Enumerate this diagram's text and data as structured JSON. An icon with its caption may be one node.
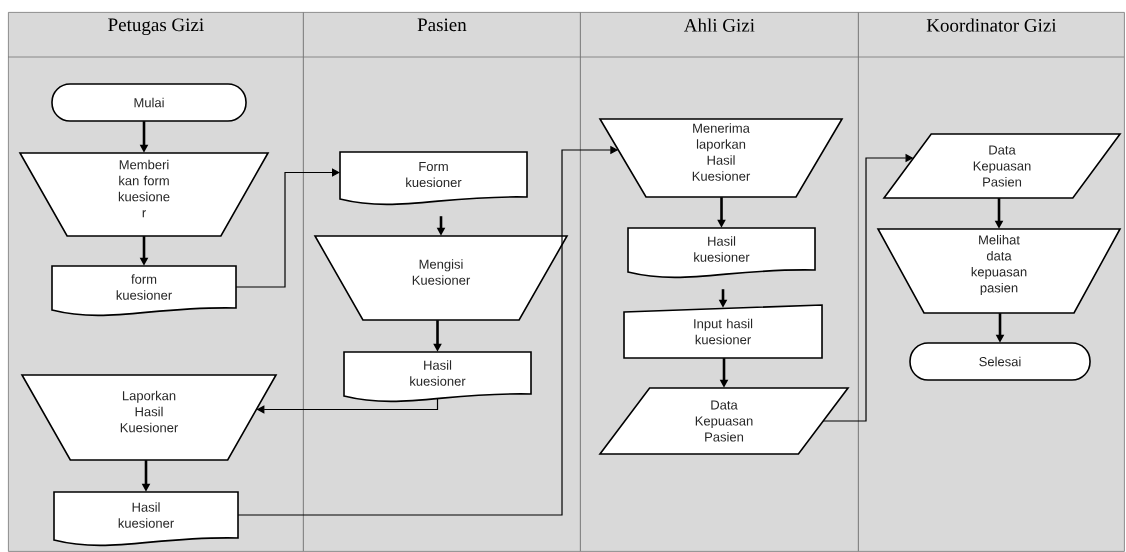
{
  "diagram": {
    "nodes": [
      {
        "text": [
          "Petugas Gizi"
        ]
      },
      {
        "text": [
          "Pasien"
        ]
      },
      {
        "text": [
          "Ahli Gizi"
        ]
      },
      {
        "text": [
          "Koordinator Gizi"
        ]
      },
      {
        "text": [
          "Mulai"
        ],
        "in": 0
      },
      {
        "text": [
          "Memberi kan form kuesione r"
        ],
        "in": 0
      },
      {
        "text": [
          "form kuesioner"
        ],
        "in": 0
      },
      {
        "text": [
          "Laporkan Hasil Kuesioner"
        ],
        "in": 0
      },
      {
        "text": [
          "Hasil kuesioner"
        ],
        "in": 0
      },
      {
        "text": [
          "Form kuesioner"
        ],
        "in": 1
      },
      {
        "text": [
          "Mengisi Kuesioner"
        ],
        "in": 1
      },
      {
        "text": [
          "Hasil kuesioner"
        ],
        "in": 1
      },
      {
        "text": [
          "Menerima laporkan Hasil Kuesioner"
        ],
        "in": 2
      },
      {
        "text": [
          "Hasil kuesioner"
        ],
        "in": 2
      },
      {
        "text": [
          "Input hasil kuesioner"
        ],
        "in": 2
      },
      {
        "text": [
          "Data Kepuasan Pasien"
        ],
        "in": 2
      },
      {
        "text": [
          "Data Kepuasan Pasien"
        ],
        "in": 3
      },
      {
        "text": [
          "Melihat data kepuasan pasien"
        ],
        "in": 3
      },
      {
        "text": [
          "Selesai"
        ],
        "in": 3
      }
    ],
    "edges": [
      {
        "from": 4,
        "to": 5,
        "arrow": "to"
      },
      {
        "from": 5,
        "to": 6,
        "arrow": "to"
      },
      {
        "from": 6,
        "to": 9,
        "arrow": "to"
      },
      {
        "from": 9,
        "to": 10,
        "arrow": "to"
      },
      {
        "from": 10,
        "to": 11,
        "arrow": "to"
      },
      {
        "from": 11,
        "to": 7,
        "arrow": "to"
      },
      {
        "from": 7,
        "to": 8,
        "arrow": "to"
      },
      {
        "from": 8,
        "to": 12,
        "arrow": "to"
      },
      {
        "from": 12,
        "to": 13,
        "arrow": "to"
      },
      {
        "from": 13,
        "to": 14,
        "arrow": "to"
      },
      {
        "from": 14,
        "to": 15,
        "arrow": "to"
      },
      {
        "from": 15,
        "to": 16,
        "arrow": "to"
      },
      {
        "from": 16,
        "to": 17,
        "arrow": "to"
      },
      {
        "from": 17,
        "to": 18,
        "arrow": "to"
      }
    ]
  }
}
